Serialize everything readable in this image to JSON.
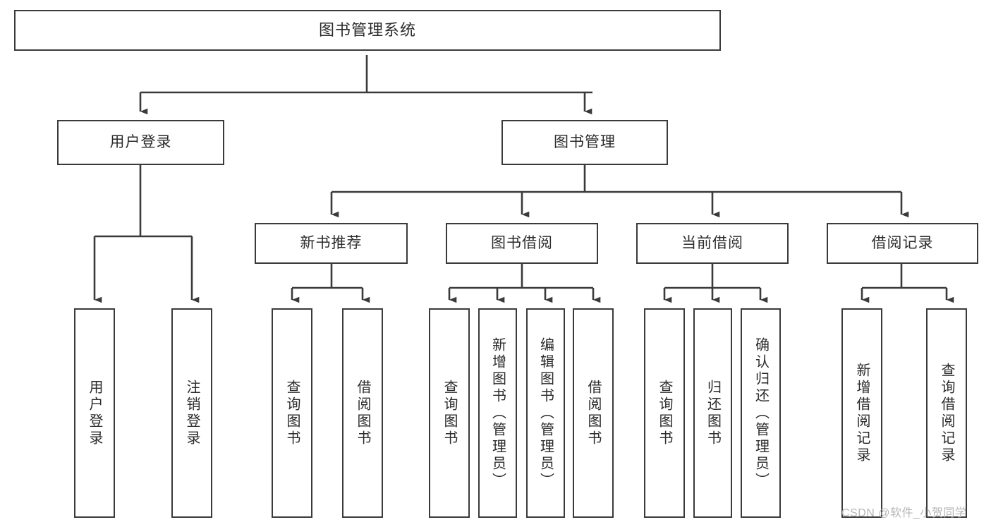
{
  "diagram": {
    "title": "图书管理系统",
    "type": "tree",
    "root": {
      "id": "root",
      "label": "图书管理系统"
    },
    "level2": [
      {
        "id": "user-login",
        "label": "用户登录"
      },
      {
        "id": "book-manage",
        "label": "图书管理"
      }
    ],
    "level3": [
      {
        "id": "new-book-rec",
        "label": "新书推荐",
        "parent": "book-manage"
      },
      {
        "id": "book-borrow",
        "label": "图书借阅",
        "parent": "book-manage"
      },
      {
        "id": "current-borrow",
        "label": "当前借阅",
        "parent": "book-manage"
      },
      {
        "id": "borrow-record",
        "label": "借阅记录",
        "parent": "book-manage"
      }
    ],
    "leaves": [
      {
        "id": "leaf-user-login",
        "label": "用户登录",
        "parent": "user-login"
      },
      {
        "id": "leaf-user-logout",
        "label": "注销登录",
        "parent": "user-login"
      },
      {
        "id": "leaf-query-book-1",
        "label": "查询图书",
        "parent": "new-book-rec"
      },
      {
        "id": "leaf-borrow-book-1",
        "label": "借阅图书",
        "parent": "new-book-rec"
      },
      {
        "id": "leaf-query-book-2",
        "label": "查询图书",
        "parent": "book-borrow"
      },
      {
        "id": "leaf-add-book",
        "label": "新增图书（管理员）",
        "parent": "book-borrow"
      },
      {
        "id": "leaf-edit-book",
        "label": "编辑图书（管理员）",
        "parent": "book-borrow"
      },
      {
        "id": "leaf-borrow-book-2",
        "label": "借阅图书",
        "parent": "book-borrow"
      },
      {
        "id": "leaf-query-book-3",
        "label": "查询图书",
        "parent": "current-borrow"
      },
      {
        "id": "leaf-return-book",
        "label": "归还图书",
        "parent": "current-borrow"
      },
      {
        "id": "leaf-confirm-return",
        "label": "确认归还（管理员）",
        "parent": "current-borrow"
      },
      {
        "id": "leaf-add-record",
        "label": "新增借阅记录",
        "parent": "borrow-record"
      },
      {
        "id": "leaf-query-record",
        "label": "查询借阅记录",
        "parent": "borrow-record"
      }
    ],
    "colors": {
      "stroke": "#3a3a3a",
      "fill": "#ffffff",
      "text": "#2b2b2b",
      "watermark": "#b6b6b6"
    }
  },
  "watermark": {
    "text": "CSDN @软件_小贺同学"
  }
}
